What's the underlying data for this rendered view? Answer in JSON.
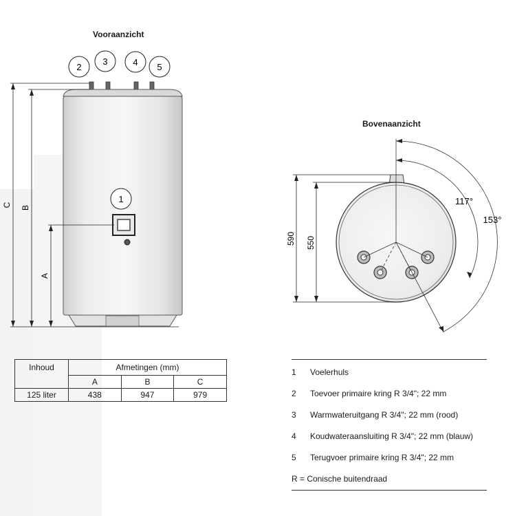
{
  "front_view": {
    "title": "Vooraanzicht",
    "connection_numbers": [
      "2",
      "3",
      "4",
      "5"
    ],
    "sensor_number": "1",
    "dimension_labels": {
      "a": "A",
      "b": "B",
      "c": "C"
    }
  },
  "top_view": {
    "title": "Bovenaanzicht",
    "dimensions": {
      "outer": "590",
      "inner": "550"
    },
    "angles": {
      "small": "117°",
      "large": "153°"
    }
  },
  "table": {
    "header_capacity": "Inhoud",
    "header_dimensions": "Afmetingen (mm)",
    "columns": [
      "A",
      "B",
      "C"
    ],
    "rows": [
      {
        "label": "125 liter",
        "values": [
          "438",
          "947",
          "979"
        ]
      }
    ]
  },
  "legend": {
    "items": [
      {
        "number": "1",
        "text": "Voelerhuls"
      },
      {
        "number": "2",
        "text": "Toevoer primaire kring R 3/4\"; 22 mm"
      },
      {
        "number": "3",
        "text": "Warmwateruitgang R 3/4\"; 22 mm (rood)"
      },
      {
        "number": "4",
        "text": "Koudwateraansluiting R 3/4\"; 22 mm (blauw)"
      },
      {
        "number": "5",
        "text": "Terugvoer primaire kring R 3/4\"; 22 mm"
      }
    ],
    "note": "R = Conische buitendraad"
  }
}
